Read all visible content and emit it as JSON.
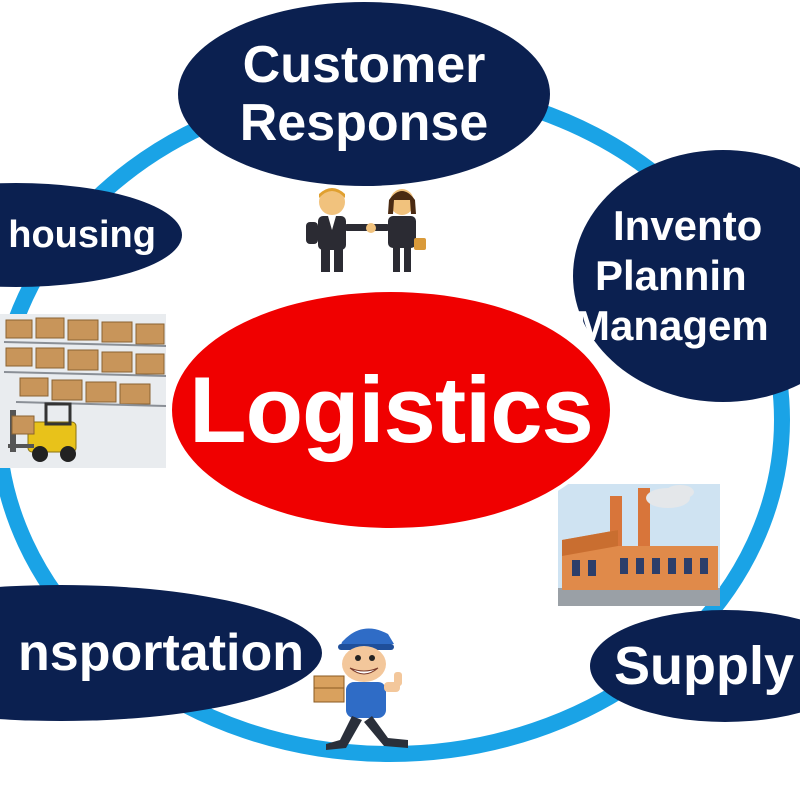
{
  "nodes": {
    "customer_response": {
      "line1": "Customer",
      "line2": "Response"
    },
    "warehousing": "housing",
    "inventory": {
      "line1": "Invento",
      "line2": "Plannin",
      "line3": "Managem"
    },
    "transportation": "nsportation",
    "supply": "Supply",
    "center": "Logistics"
  },
  "colors": {
    "node_fill": "#0b2050",
    "center_fill": "#f00000",
    "ring": "#1aa3e6",
    "text": "#ffffff"
  },
  "icons": [
    "handshake-people-illustration",
    "warehouse-forklift-photo",
    "factory-illustration",
    "delivery-man-illustration"
  ]
}
